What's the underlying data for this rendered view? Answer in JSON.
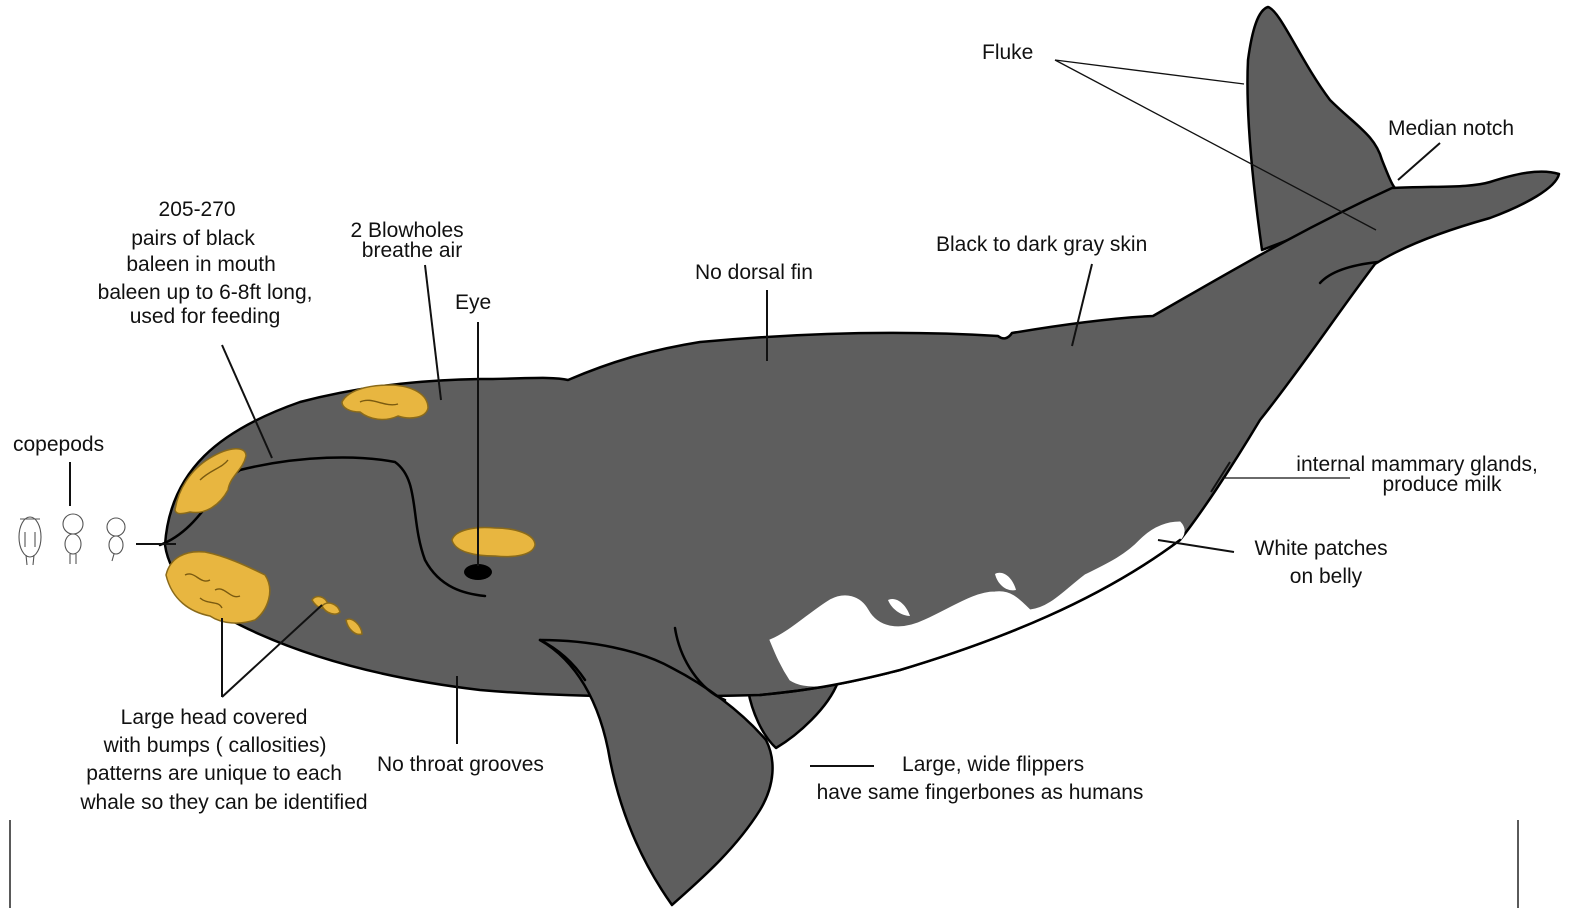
{
  "colors": {
    "skin": "#5e5e5e",
    "callosity": "#e8b640",
    "belly_patch": "#ffffff",
    "eye": "#000000",
    "background": "#ffffff"
  },
  "labels": {
    "fluke": "Fluke",
    "median_notch": "Median notch",
    "baleen": [
      "205-270",
      "pairs of black",
      "baleen in mouth",
      "baleen up to 6-8ft long,",
      "used for feeding"
    ],
    "blowholes": [
      "2 Blowholes",
      "breathe air"
    ],
    "eye": "Eye",
    "no_dorsal_fin": "No dorsal fin",
    "skin": "Black to dark gray skin",
    "copepods": "copepods",
    "mammary": [
      "internal mammary glands,",
      "produce milk"
    ],
    "white_patches": [
      "White patches",
      "on belly"
    ],
    "head_bumps": [
      "Large head covered",
      "with bumps ( callosities)",
      "patterns are unique to each",
      "whale so they can be identified"
    ],
    "no_throat_grooves": "No throat grooves",
    "flippers": [
      "Large, wide flippers",
      "have same fingerbones as humans"
    ]
  },
  "icons": [
    "copepod-icon",
    "copepod-icon",
    "copepod-icon"
  ]
}
